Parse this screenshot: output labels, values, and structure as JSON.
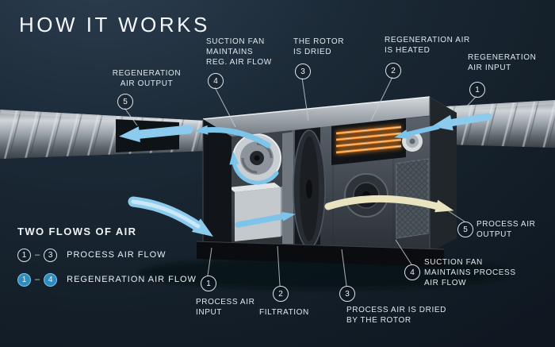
{
  "title": "HOW IT WORKS",
  "callouts": [
    {
      "num": "5",
      "label": "REGENERATION\nAIR OUTPUT"
    },
    {
      "num": "4",
      "label": "SUCTION FAN\nMAINTAINS\nREG. AIR FLOW"
    },
    {
      "num": "3",
      "label": "THE ROTOR\nIS DRIED"
    },
    {
      "num": "2",
      "label": "REGENERATION AIR\nIS HEATED"
    },
    {
      "num": "1",
      "label": "REGENERATION\nAIR INPUT"
    },
    {
      "num": "1",
      "label": "PROCESS AIR\nINPUT"
    },
    {
      "num": "2",
      "label": "FILTRATION"
    },
    {
      "num": "3",
      "label": "PROCESS AIR IS DRIED\nBY THE ROTOR"
    },
    {
      "num": "4",
      "label": "SUCTION FAN\nMAINTAINS PROCESS\nAIR FLOW"
    },
    {
      "num": "5",
      "label": "PROCESS AIR\nOUTPUT"
    }
  ],
  "legend": {
    "title": "TWO FLOWS OF AIR",
    "rows": [
      {
        "start": "1",
        "end": "3",
        "sep": "–",
        "label": "PROCESS AIR FLOW",
        "style": "process"
      },
      {
        "start": "1",
        "end": "4",
        "sep": "–",
        "label": "REGENERATION AIR FLOW",
        "style": "regeneration"
      }
    ]
  },
  "colors": {
    "background": "#18232e",
    "text": "#e9eff4",
    "flow_blue": "#8ccbee",
    "process_output_cream": "#eae3c0",
    "heater_orange": "#f08a2e"
  }
}
